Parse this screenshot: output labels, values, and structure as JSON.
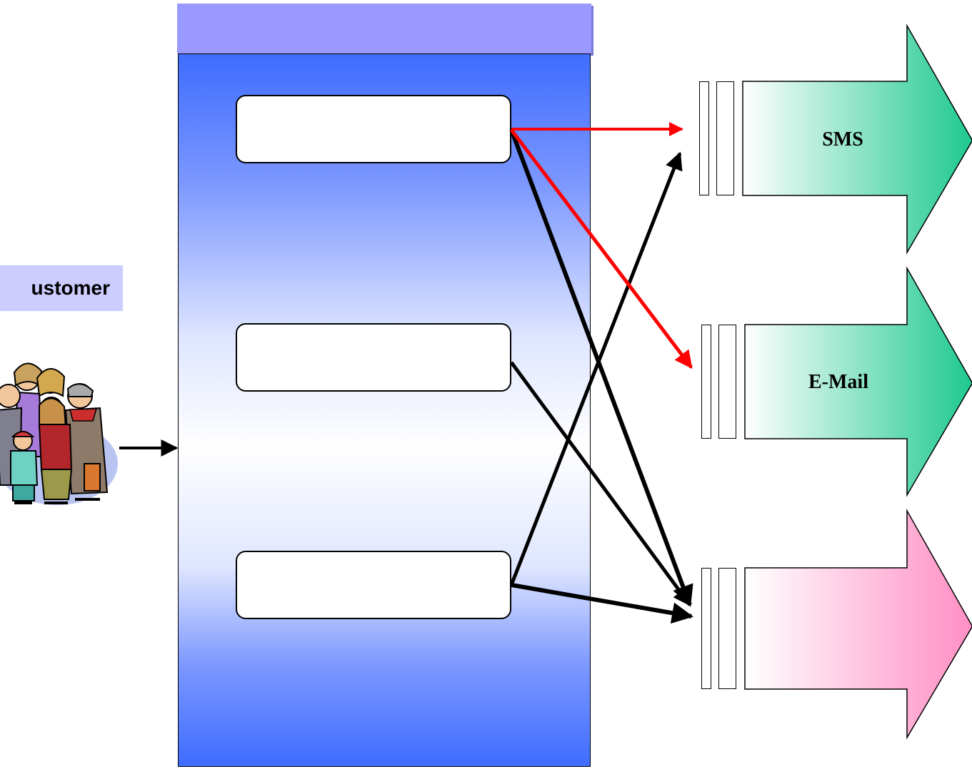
{
  "customer": {
    "label": "ustomer",
    "image": "people-group-clipart"
  },
  "panel": {
    "header_color": "#9999ff",
    "boxes": [
      "",
      "",
      ""
    ]
  },
  "channels": [
    {
      "label": "SMS",
      "color": "#1fc98f"
    },
    {
      "label": "E-Mail",
      "color": "#1fc98f"
    },
    {
      "label": "",
      "color": "#ff8fc4"
    }
  ],
  "connections": {
    "highlight_color": "#ff0000",
    "default_color": "#000000"
  }
}
